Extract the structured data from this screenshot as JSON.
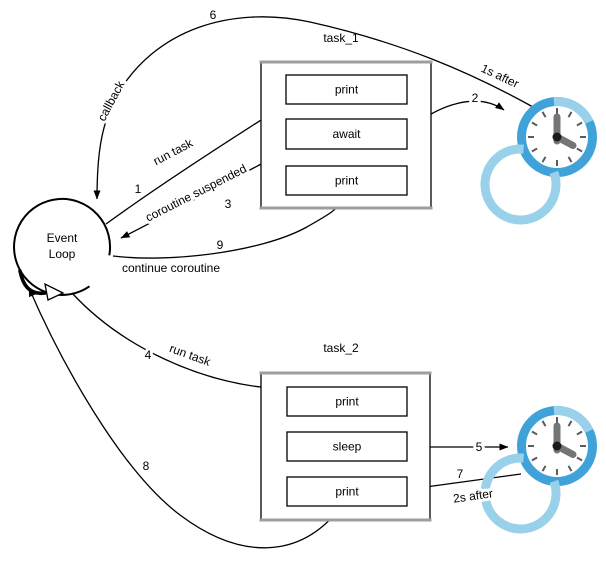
{
  "diagram": {
    "event_loop": {
      "line1": "Event",
      "line2": "Loop"
    },
    "task1": {
      "title": "task_1",
      "steps": [
        "print",
        "await",
        "print"
      ]
    },
    "task2": {
      "title": "task_2",
      "steps": [
        "print",
        "sleep",
        "print"
      ]
    },
    "labels": {
      "n1": "1",
      "run_task_1": "run task",
      "n2": "2",
      "after_1s": "1s after",
      "n3": "3",
      "coroutine_suspended": "coroutine suspended",
      "n4": "4",
      "run_task_2": "run task",
      "n5": "5",
      "n6": "6",
      "callback": "callback",
      "n7": "7",
      "after_2s": "2s after",
      "n8": "8",
      "n9": "9",
      "continue_coroutine": "continue coroutine"
    },
    "colors": {
      "clock_ring": "#3fa3da",
      "clock_ring_light": "#9ad1ea",
      "clock_hand": "#757575",
      "clock_center": "#1a1a1a",
      "tick": "#5b5b5b",
      "container_border": "#9e9e9e",
      "line": "#000000"
    }
  }
}
